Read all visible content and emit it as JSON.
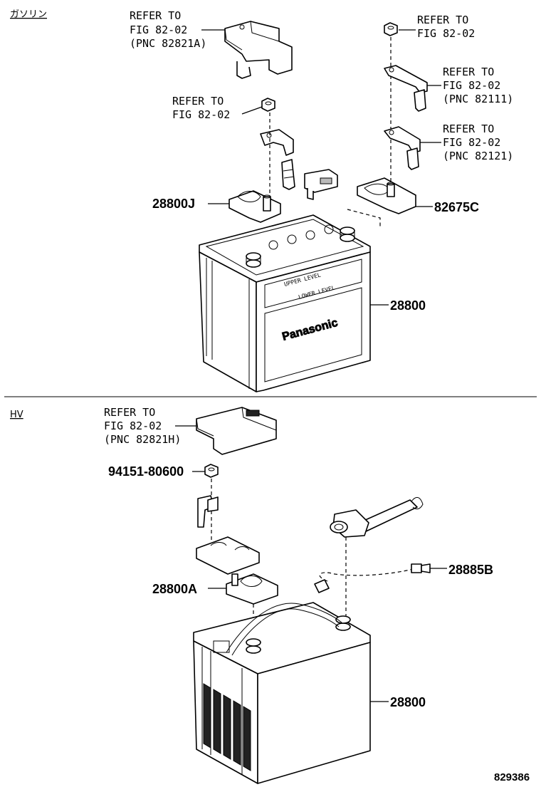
{
  "sections": {
    "gasoline": "ガソリン",
    "hv": "HV"
  },
  "callouts": {
    "top_cover": [
      "REFER TO",
      "FIG 82-02",
      "(PNC 82821A)"
    ],
    "nut_left": [
      "REFER TO",
      "FIG 82-02"
    ],
    "nut_right": [
      "REFER TO",
      "FIG 82-02"
    ],
    "bracket_82111": [
      "REFER TO",
      "FIG 82-02",
      "(PNC 82111)"
    ],
    "bracket_82121": [
      "REFER TO",
      "FIG 82-02",
      "(PNC 82121)"
    ],
    "hv_cover": [
      "REFER TO",
      "FIG 82-02",
      "(PNC 82821H)"
    ]
  },
  "part_numbers": {
    "terminal_28800J": "28800J",
    "terminal_82675C": "82675C",
    "battery_top": "28800",
    "nut_hv": "94151-80600",
    "terminal_28800A": "28800A",
    "hose_28885B": "28885B",
    "battery_hv": "28800"
  },
  "battery_brand": "Panasonic",
  "battery_marks": [
    "UPPER LEVEL",
    "LOWER LEVEL"
  ],
  "figure_number": "829386"
}
